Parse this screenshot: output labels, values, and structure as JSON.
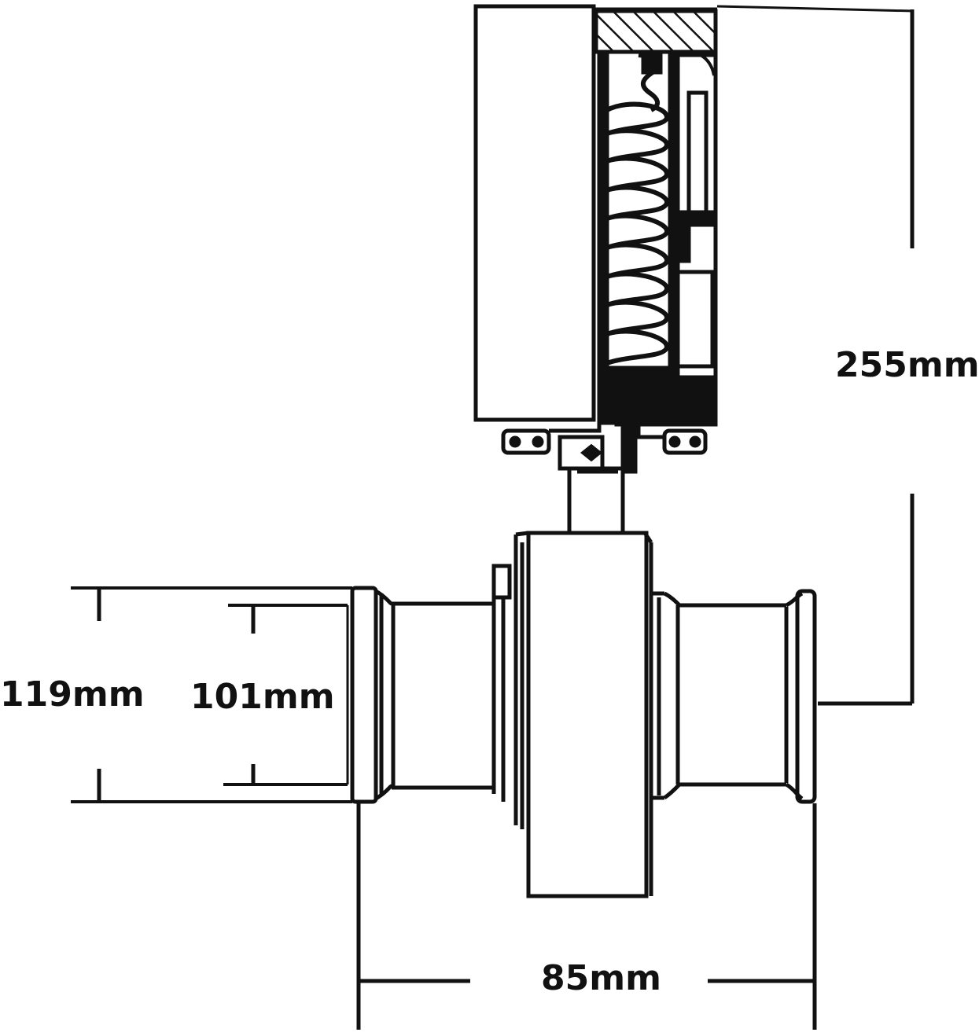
{
  "dimensions": {
    "height": "255mm",
    "outer_diameter": "119mm",
    "inner_diameter": "101mm",
    "length": "85mm"
  },
  "colors": {
    "line": "#111111",
    "background": "#ffffff"
  }
}
